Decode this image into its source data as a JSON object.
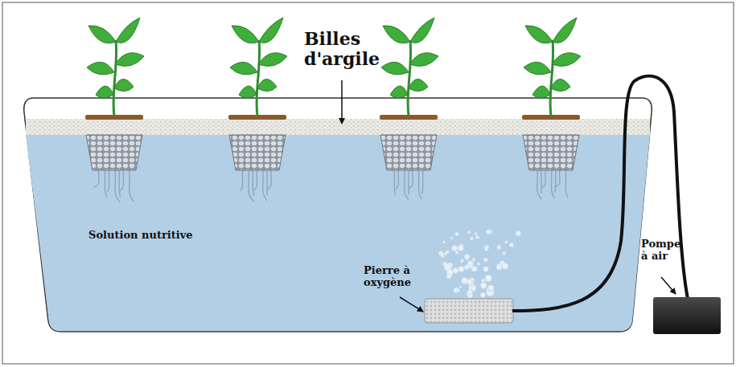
{
  "diagram": {
    "labels": [
      "Billes d'argile",
      "Solution nutritive",
      "Pierre à oxygène",
      "Pompe à air"
    ]
  }
}
